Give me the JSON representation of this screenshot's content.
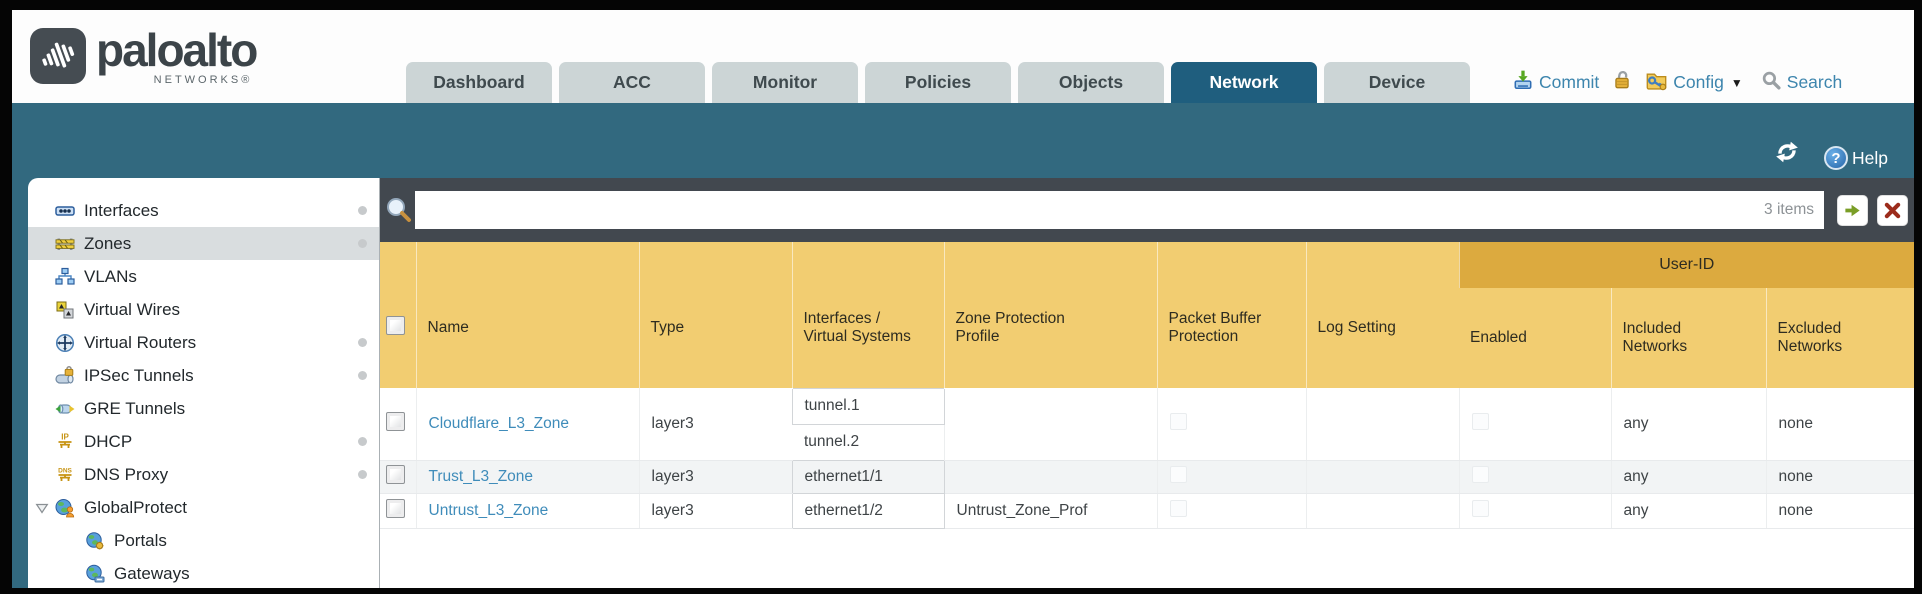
{
  "brand": {
    "name": "paloalto",
    "subtitle": "NETWORKS®"
  },
  "tabs": [
    {
      "label": "Dashboard",
      "active": false
    },
    {
      "label": "ACC",
      "active": false
    },
    {
      "label": "Monitor",
      "active": false
    },
    {
      "label": "Policies",
      "active": false
    },
    {
      "label": "Objects",
      "active": false
    },
    {
      "label": "Network",
      "active": true
    },
    {
      "label": "Device",
      "active": false
    }
  ],
  "top_actions": {
    "commit": "Commit",
    "config": "Config",
    "search": "Search"
  },
  "toolbar": {
    "help": "Help"
  },
  "sidebar": {
    "items": [
      {
        "label": "Interfaces",
        "icon": "interfaces-icon",
        "dot": true
      },
      {
        "label": "Zones",
        "icon": "zones-icon",
        "dot": true,
        "selected": true
      },
      {
        "label": "VLANs",
        "icon": "vlans-icon"
      },
      {
        "label": "Virtual Wires",
        "icon": "virtual-wires-icon"
      },
      {
        "label": "Virtual Routers",
        "icon": "virtual-routers-icon",
        "dot": true
      },
      {
        "label": "IPSec Tunnels",
        "icon": "ipsec-tunnels-icon",
        "dot": true
      },
      {
        "label": "GRE Tunnels",
        "icon": "gre-tunnels-icon"
      },
      {
        "label": "DHCP",
        "icon": "dhcp-icon",
        "dot": true
      },
      {
        "label": "DNS Proxy",
        "icon": "dns-proxy-icon",
        "dot": true
      },
      {
        "label": "GlobalProtect",
        "icon": "globalprotect-icon",
        "expanded": true
      },
      {
        "label": "Portals",
        "icon": "portals-icon",
        "indent": true
      },
      {
        "label": "Gateways",
        "icon": "gateways-icon",
        "indent": true
      }
    ]
  },
  "filterbar": {
    "value": "",
    "count": "3 items"
  },
  "table": {
    "group_header": "User-ID",
    "columns": {
      "name": "Name",
      "type": "Type",
      "interfaces": "Interfaces / Virtual Systems",
      "zone_protection": "Zone Protection Profile",
      "packet_buffer": "Packet Buffer Protection",
      "log_setting": "Log Setting",
      "enabled": "Enabled",
      "included": "Included Networks",
      "excluded": "Excluded Networks"
    },
    "rows": [
      {
        "name": "Cloudflare_L3_Zone",
        "type": "layer3",
        "interfaces": [
          "tunnel.1",
          "tunnel.2"
        ],
        "zone_protection_profile": "",
        "log_setting": "",
        "included_networks": "any",
        "excluded_networks": "none"
      },
      {
        "name": "Trust_L3_Zone",
        "type": "layer3",
        "interfaces": [
          "ethernet1/1"
        ],
        "zone_protection_profile": "",
        "log_setting": "",
        "included_networks": "any",
        "excluded_networks": "none"
      },
      {
        "name": "Untrust_L3_Zone",
        "type": "layer3",
        "interfaces": [
          "ethernet1/2"
        ],
        "zone_protection_profile": "Untrust_Zone_Prof",
        "log_setting": "",
        "included_networks": "any",
        "excluded_networks": "none"
      }
    ]
  },
  "colors": {
    "brand_teal": "#32697f",
    "active_tab": "#1f5e7e",
    "header_orange": "#f2cd71",
    "userid_band": "#dcaa3f",
    "link_blue": "#3f8cba",
    "action_blue": "#3d85ad",
    "go_green": "#7a9e27",
    "clear_red": "#9c2c1c"
  }
}
